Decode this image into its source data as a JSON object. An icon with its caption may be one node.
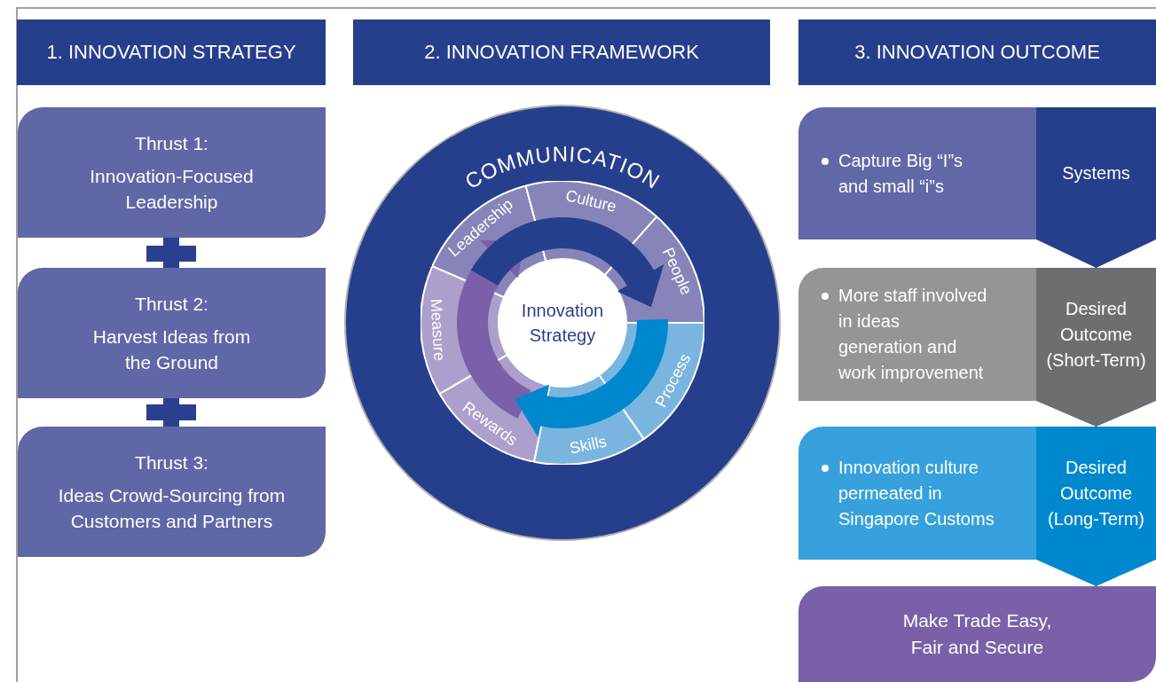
{
  "diagram": {
    "nodes": [
      {
        "text": [
          "1. INNOVATION STRATEGY"
        ]
      },
      {
        "text": [
          "2. INNOVATION FRAMEWORK"
        ]
      },
      {
        "text": [
          "3. INNOVATION OUTCOME"
        ]
      },
      {
        "text": [
          "Thrust 1:",
          "Innovation-Focused Leadership"
        ]
      },
      {
        "text": [
          "Thrust 2:",
          "Harvest Ideas from the Ground"
        ]
      },
      {
        "text": [
          "Thrust 3:",
          "Ideas Crowd-Sourcing from Customers and Partners"
        ]
      },
      {
        "text": [
          "COMMUNICATION"
        ]
      },
      {
        "text": [
          "Leadership"
        ],
        "in": 6
      },
      {
        "text": [
          "Culture"
        ],
        "in": 6
      },
      {
        "text": [
          "People"
        ],
        "in": 6
      },
      {
        "text": [
          "Process"
        ],
        "in": 6
      },
      {
        "text": [
          "Skills"
        ],
        "in": 6
      },
      {
        "text": [
          "Rewards"
        ],
        "in": 6
      },
      {
        "text": [
          "Measure"
        ],
        "in": 6
      },
      {
        "text": [
          "Innovation Strategy"
        ],
        "in": 6
      },
      {
        "text": [
          "Capture Big “I”s and small “i”s"
        ]
      },
      {
        "text": [
          "Systems"
        ]
      },
      {
        "text": [
          "More staff involved in ideas generation and work improvement"
        ]
      },
      {
        "text": [
          "Desired Outcome (Short-Term)"
        ]
      },
      {
        "text": [
          "Innovation culture permeated in Singapore Customs"
        ]
      },
      {
        "text": [
          "Desired Outcome (Long-Term)"
        ]
      },
      {
        "text": [
          "Make Trade Easy, Fair and Secure"
        ]
      }
    ],
    "edges": [
      {
        "from": 16,
        "to": 18,
        "arrow": "to",
        "color": "#263f8c"
      },
      {
        "from": 18,
        "to": 20,
        "arrow": "to",
        "color": "#6d6e71"
      },
      {
        "from": 20,
        "to": 21,
        "arrow": "to",
        "color": "#0088cf"
      }
    ]
  }
}
